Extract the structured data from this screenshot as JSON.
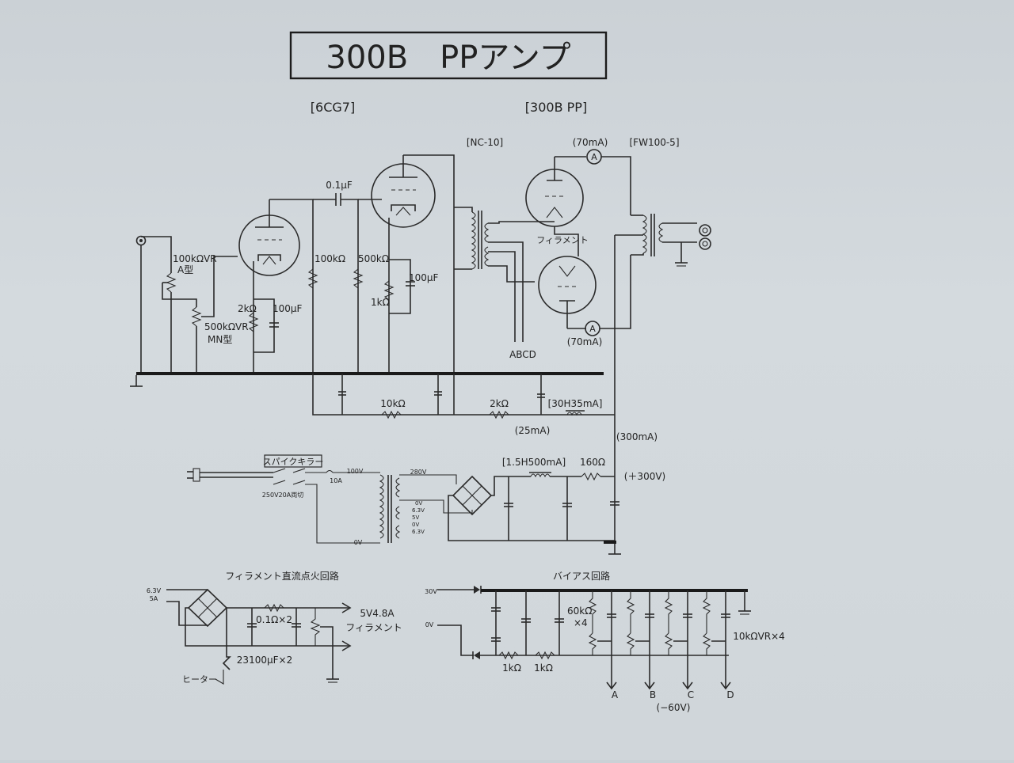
{
  "title": "300B　PPアンプ",
  "sections": {
    "driver": "[6CG7]",
    "output": "[300B PP]",
    "filament_circuit": "フィラメント直流点火回路",
    "bias_circuit": "バイアス回路"
  },
  "components": {
    "input_transformer": "[NC-10]",
    "output_transformer": "[FW100-5]",
    "coupling_cap": "0.1μF",
    "vr_volume": "100kΩVR",
    "vr_volume_type": "A型",
    "vr_balance": "500kΩVR",
    "vr_balance_type": "MN型",
    "r_grid": "100kΩ",
    "r_plate": "500kΩ",
    "r_cathode1": "2kΩ",
    "c_cathode1": "100μF",
    "r_cathode2": "1kΩ",
    "c_cathode2": "100μF",
    "filament_label": "フィラメント",
    "current_top": "(70mA)",
    "current_bottom": "(70mA)",
    "bias_out": "ABCD",
    "r_decouple1": "10kΩ",
    "r_decouple2": "2kΩ",
    "choke_b": "[30H35mA]",
    "current_25": "(25mA)",
    "current_300": "(300mA)",
    "choke_main": "[1.5H500mA]",
    "r_160": "160Ω",
    "b_voltage": "(＋300V)",
    "spike_killer": "スパイクキラー",
    "switch": "250V20A両切",
    "fuse": "10A",
    "v_100": "100V",
    "v_0_pri": "0V",
    "v_280": "280V",
    "v_0a": "0V",
    "v_63a": "6.3V",
    "v_5": "5V",
    "v_0b": "0V",
    "v_63b": "6.3V",
    "fil_in_v": "6.3V",
    "fil_in_a": "5A",
    "fil_r": "0.1Ω×2",
    "fil_c": "23100μF×2",
    "fil_out": "5V4.8A",
    "fil_out_label": "フィラメント",
    "heater": "ヒーター",
    "bias_30v": "30V",
    "bias_0v": "0V",
    "bias_r60k": "60kΩ",
    "bias_x4": "×4",
    "bias_r1k_a": "1kΩ",
    "bias_r1k_b": "1kΩ",
    "bias_vr": "10kΩVR×4",
    "out_a": "A",
    "out_b": "B",
    "out_c": "C",
    "out_d": "D",
    "bias_v": "(−60V)"
  },
  "colors": {
    "paper": "#d2d8dc",
    "ink": "#222222"
  }
}
